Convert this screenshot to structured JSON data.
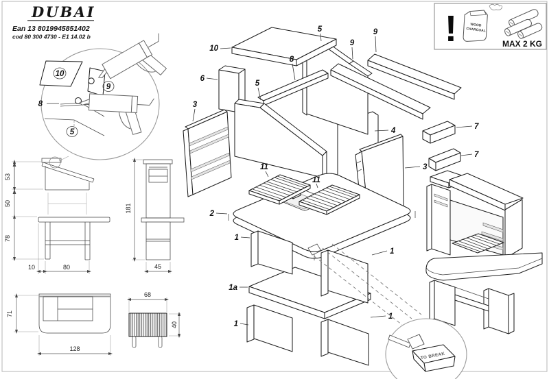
{
  "header": {
    "title": "DUBAI",
    "ean_line": "Ean 13   8019945851402",
    "cod_line": "cod 80 300 4730  -  E1 14.02 b"
  },
  "warning": {
    "exclamation": "!",
    "bag_line1": "WOOD",
    "bag_line2": "CHARCOAL",
    "max_label": "MAX 2 KG"
  },
  "glue_detail": {
    "p10": "10",
    "p9": "9",
    "p8": "8",
    "p5": "5"
  },
  "exploded": {
    "p10": "10",
    "p6": "6",
    "p5a": "5",
    "p8": "8",
    "p5b": "5",
    "p9a": "9",
    "p9b": "9",
    "p3a": "3",
    "p4": "4",
    "p7a": "7",
    "p7b": "7",
    "p3b": "3",
    "p11a": "11",
    "p11b": "11",
    "p2": "2",
    "p1ul": "1",
    "p1ur": "1",
    "p1a": "1a",
    "p1ll": "1",
    "p1lr": "1"
  },
  "dims": {
    "side": {
      "h1": "53",
      "h2": "50",
      "h3": "78",
      "w1": "10",
      "w2": "80"
    },
    "front": {
      "h": "181",
      "w": "45"
    },
    "top": {
      "d": "71",
      "w": "128"
    },
    "grate": {
      "w": "68",
      "h": "40"
    }
  },
  "break_detail": {
    "label": "TO BREAK"
  }
}
